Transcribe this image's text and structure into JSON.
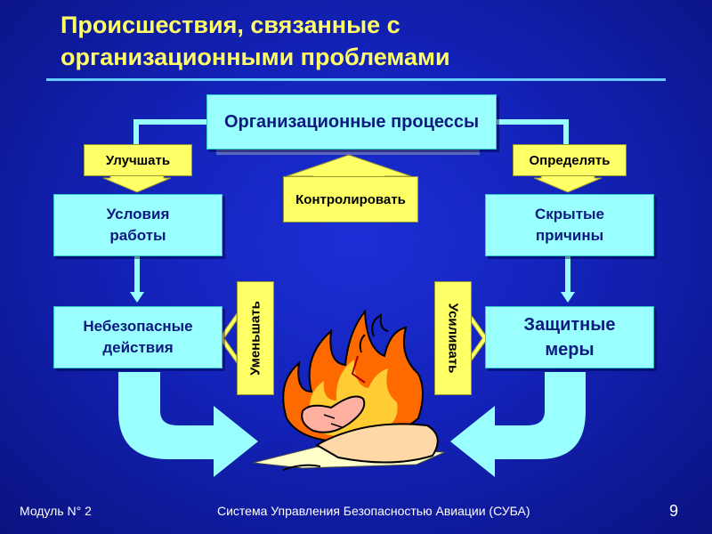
{
  "slide": {
    "title": "Происшествия, связанные с\nорганизационными проблемами",
    "boxes": {
      "org_processes": "Организационные процессы",
      "work_conditions": "Условия\nработы",
      "hidden_causes": "Скрытые\nпричины",
      "unsafe_actions": "Небезопасные\nдействия",
      "protective_measures": "Защитные\nмеры"
    },
    "actions": {
      "improve": "Улучшать",
      "determine": "Определять",
      "control": "Контролировать",
      "reduce": "Уменьшать",
      "strengthen": "Усиливать"
    },
    "illustration": "burning-plane-clipart",
    "colors": {
      "background": "#1322b8",
      "title": "#ffff66",
      "box_fill": "#99ffff",
      "arrow": "#99ffff",
      "label_fill": "#ffff66"
    }
  },
  "footer": {
    "module": "Модуль N° 2",
    "system": "Система Управления Безопасностью Авиации (СУБА)",
    "page_number": "9"
  }
}
